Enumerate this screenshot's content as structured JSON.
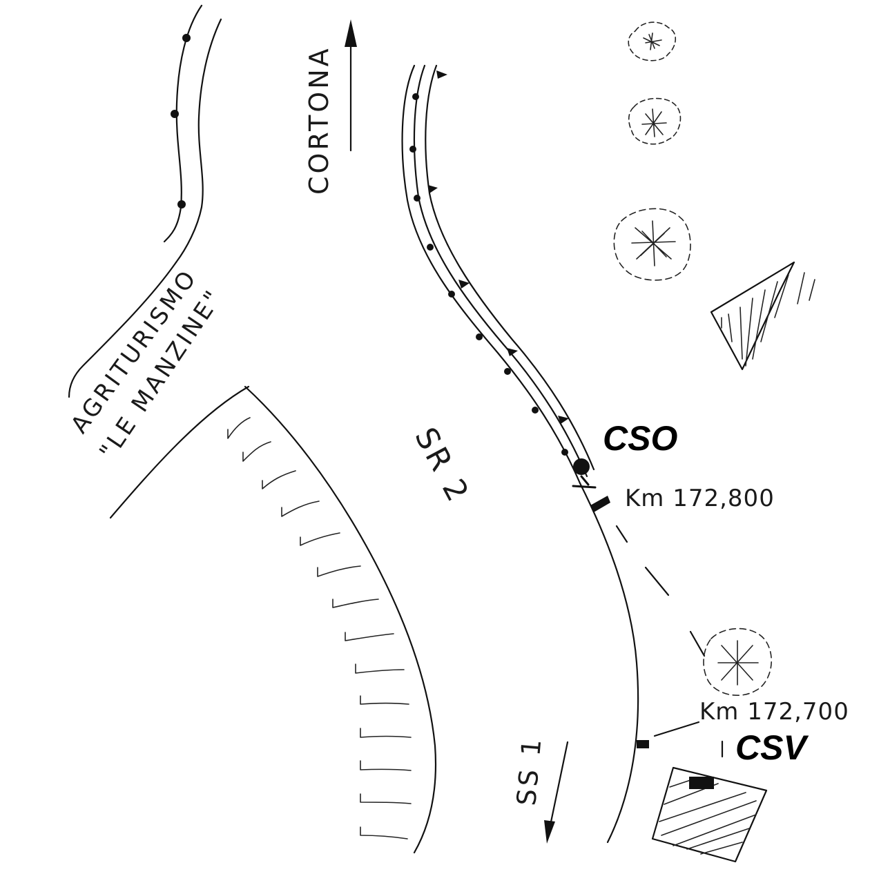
{
  "labels": {
    "direction_north": "CORTONA",
    "agriturismo_line1": "AGRITURISMO",
    "agriturismo_line2": "\"LE MANZINE\"",
    "road_sr2": "SR 2",
    "road_ss1": "SS 1",
    "cso": "CSO",
    "csv": "CSV",
    "km_upper": "Km 172,800",
    "km_lower": "Km 172,700"
  },
  "colors": {
    "ink": "#111111",
    "background": "#ffffff"
  },
  "icons": {
    "tree": "tree-icon",
    "arrow": "arrow-icon",
    "building": "hatched-building-icon",
    "sign": "sign-post-icon"
  }
}
